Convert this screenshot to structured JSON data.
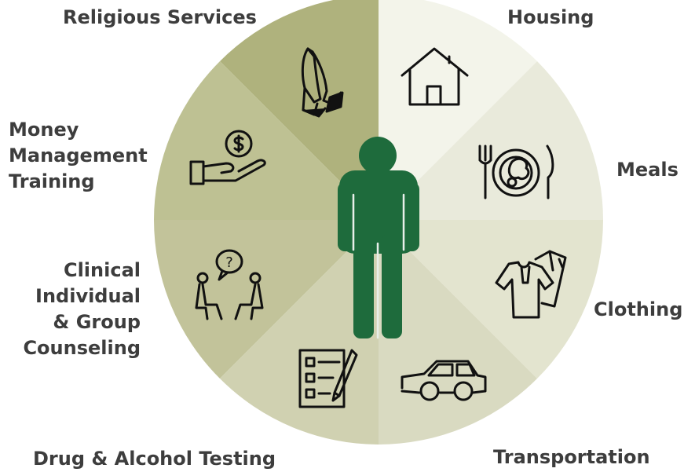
{
  "labels": {
    "religious": "Religious Services",
    "housing": "Housing",
    "money": [
      "Money",
      "Management",
      "Training"
    ],
    "meals": "Meals",
    "clinical": [
      "Clinical",
      "Individual",
      "& Group",
      "Counseling"
    ],
    "clothing": "Clothing",
    "drug": "Drug & Alcohol Testing",
    "transportation": "Transportation"
  },
  "icons": [
    "praying-hands-icon",
    "house-icon",
    "money-hand-icon",
    "meal-plate-icon",
    "counseling-icon",
    "clothing-icon",
    "checklist-icon",
    "car-icon",
    "person-icon"
  ],
  "colors": {
    "religious": "#afb27d",
    "housing": "#f3f4ea",
    "money": "#bec193",
    "meals": "#e9eadb",
    "clinical": "#c2c39a",
    "clothing": "#e3e4cf",
    "drug": "#d0d1b1",
    "transportation": "#d9dac1",
    "person": "#1e6b3c",
    "label_text": "#3d3d3d"
  }
}
